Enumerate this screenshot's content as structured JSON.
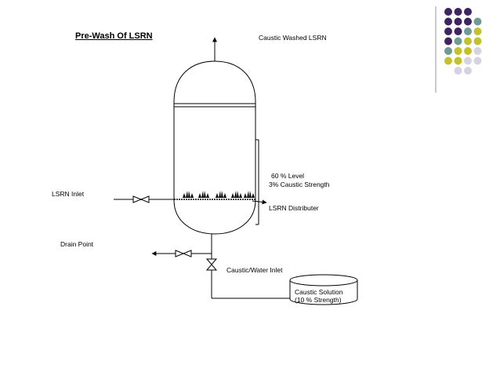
{
  "title": "Pre-Wash Of LSRN",
  "labels": {
    "outlet": "Caustic Washed LSRN",
    "level": "60 % Level",
    "caustic_strength": "3% Caustic Strength",
    "lsrn_inlet": "LSRN Inlet",
    "distributer": "LSRN Distributer",
    "drain_point": "Drain Point",
    "caustic_water_inlet": "Caustic/Water Inlet",
    "caustic_solution_line1": "Caustic Solution",
    "caustic_solution_line2": "(10 % Strength)"
  },
  "colors": {
    "purple": "#3f2560",
    "teal": "#6f9a98",
    "olive": "#c4c12e",
    "lavender": "#d6d2e0",
    "accent_line": "#b8b8b8"
  },
  "dot_grid": [
    [
      "purple",
      "purple",
      "purple",
      "none"
    ],
    [
      "purple",
      "purple",
      "purple",
      "teal"
    ],
    [
      "purple",
      "purple",
      "teal",
      "olive"
    ],
    [
      "purple",
      "teal",
      "olive",
      "olive"
    ],
    [
      "teal",
      "olive",
      "olive",
      "lavender"
    ],
    [
      "olive",
      "olive",
      "lavender",
      "lavender"
    ],
    [
      "none",
      "lavender",
      "lavender",
      "none"
    ]
  ]
}
